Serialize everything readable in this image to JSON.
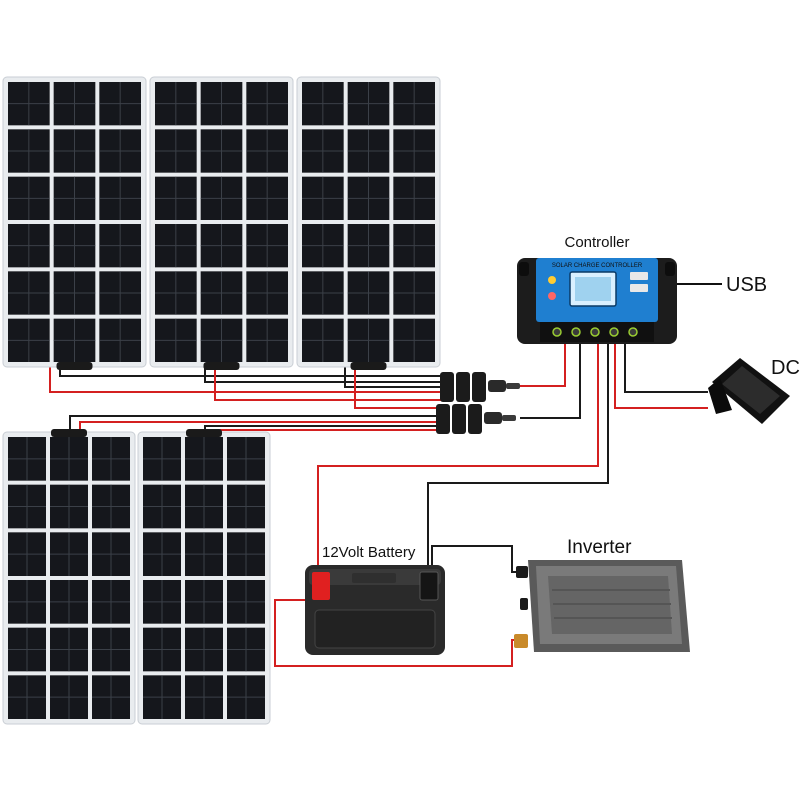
{
  "labels": {
    "controller": "Controller",
    "usb": "USB",
    "dc": "DC",
    "battery": "12Volt Battery",
    "inverter": "Inverter",
    "controller_face": "SOLAR CHARGE CONTROLLER"
  },
  "colors": {
    "wire_positive": "#d42020",
    "wire_negative": "#1a1a1a",
    "panel_frame": "#e9ecef",
    "panel_cell": "#15171c",
    "controller_face": "#1f7fd0",
    "battery_body": "#2a2a2a",
    "inverter_body": "#6e6e6e"
  },
  "components": {
    "panels": [
      {
        "name": "solar-panel-1"
      },
      {
        "name": "solar-panel-2"
      },
      {
        "name": "solar-panel-3"
      },
      {
        "name": "solar-panel-4"
      },
      {
        "name": "solar-panel-5"
      }
    ]
  }
}
